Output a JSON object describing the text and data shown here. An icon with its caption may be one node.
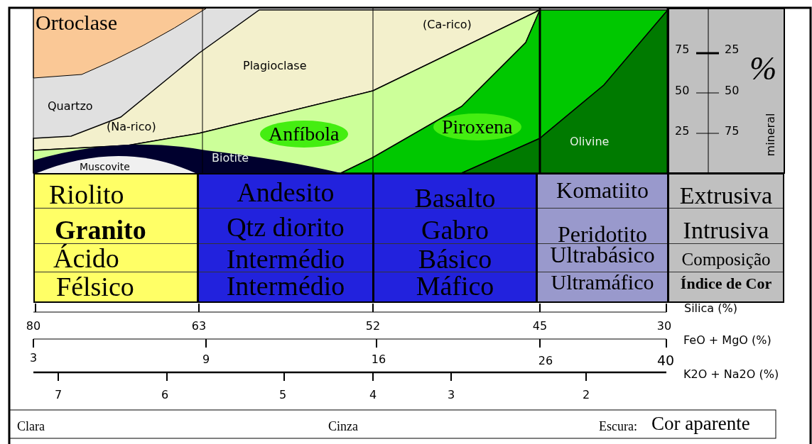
{
  "diagram": {
    "nodes": [
      {
        "text": [
          "Riolito",
          "Granito",
          "Ácido",
          "Félsico"
        ]
      },
      {
        "text": [
          "Andesito",
          "Qtz diorito",
          "Intermédio",
          "Intermédio"
        ]
      },
      {
        "text": [
          "Basalto",
          "Gabro",
          "Básico",
          "Máfico"
        ]
      },
      {
        "text": [
          "Komatiito",
          "Peridotito",
          "Ultrabásico",
          "Ultramáfico"
        ]
      },
      {
        "text": [
          "Extrusiva",
          "Intrusiva",
          "Composição",
          "Índice de Cor"
        ]
      }
    ],
    "edges": [],
    "labels": [
      "Ortoclase",
      "(Ca-rico)",
      "Plagioclase",
      "75",
      "25",
      "%",
      "Quartzo",
      "50",
      "50",
      "(Na-rico)",
      "Anfíbola",
      "Piroxena",
      "25",
      "75",
      "Olivine",
      "mineral",
      "Muscovite",
      "Biotite",
      "Silica (%)",
      "80",
      "63",
      "52",
      "45",
      "30",
      "FeO + MgO (%)",
      "3",
      "9",
      "16",
      "26",
      "40",
      "K2O + Na2O (%)",
      "7",
      "6",
      "5",
      "4",
      "3",
      "2",
      "Clara",
      "Cinza",
      "Escura:",
      "Cor aparente"
    ]
  }
}
